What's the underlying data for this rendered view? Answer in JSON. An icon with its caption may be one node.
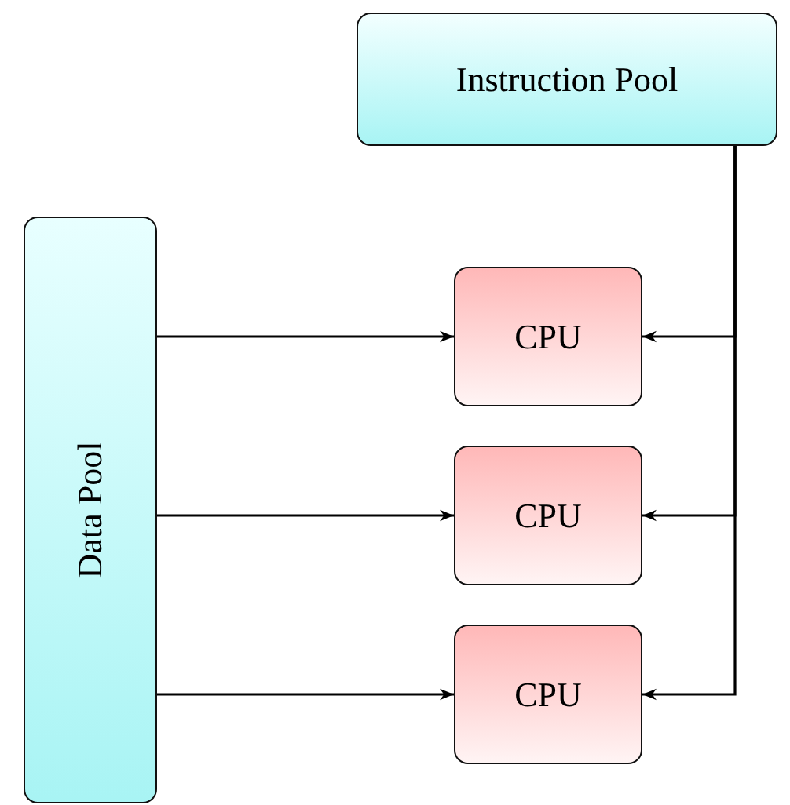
{
  "diagram": {
    "nodes": [
      {
        "text": [
          "Instruction Pool"
        ]
      },
      {
        "text": [
          "Data Pool"
        ]
      },
      {
        "text": [
          "CPU"
        ]
      },
      {
        "text": [
          "CPU"
        ]
      },
      {
        "text": [
          "CPU"
        ]
      }
    ],
    "edges": [
      {
        "from": 1,
        "to": 2,
        "arrow": "to"
      },
      {
        "from": 1,
        "to": 3,
        "arrow": "to"
      },
      {
        "from": 1,
        "to": 4,
        "arrow": "to"
      },
      {
        "from": 0,
        "to": 2,
        "arrow": "to"
      },
      {
        "from": 0,
        "to": 3,
        "arrow": "to"
      },
      {
        "from": 0,
        "to": 4,
        "arrow": "to"
      }
    ]
  }
}
